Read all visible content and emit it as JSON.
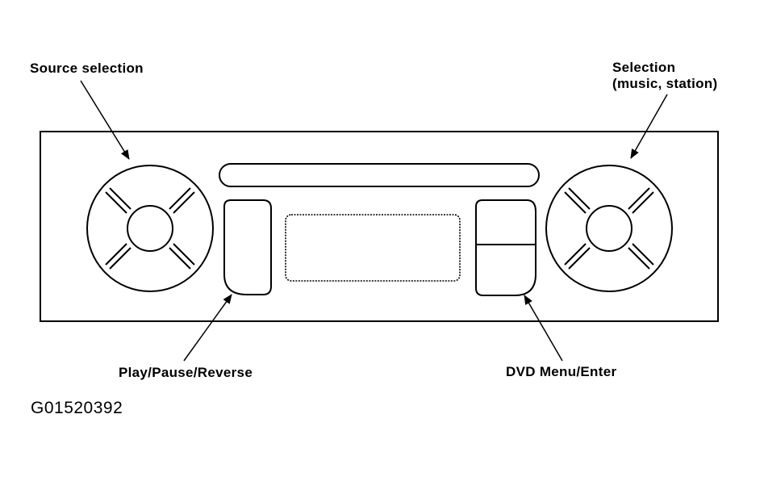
{
  "labels": {
    "source_selection": "Source selection",
    "selection_line1": "Selection",
    "selection_line2": "(music, station)",
    "play_pause_reverse": "Play/Pause/Reverse",
    "dvd_menu_enter": "DVD Menu/Enter"
  },
  "figure_id": "G01520392"
}
